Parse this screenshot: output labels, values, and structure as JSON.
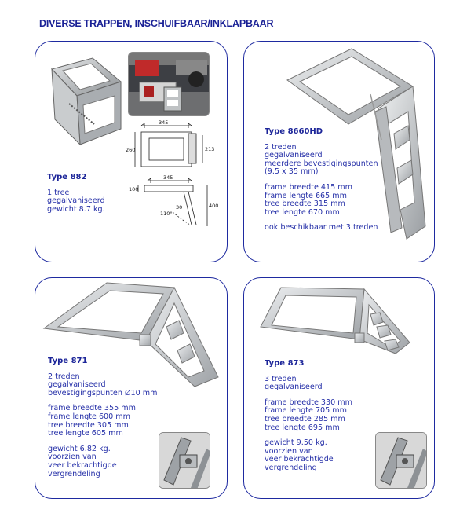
{
  "page_title": "DIVERSE TRAPPEN, INSCHUIFBAAR/INKLAPBAAR",
  "products": {
    "p882": {
      "title": "Type 882",
      "lines": [
        "1 tree",
        "gegalvaniseerd",
        "gewicht 8.7 kg."
      ],
      "drawing": {
        "top_width": "345",
        "height_left": "260",
        "height_right": "213",
        "side_width": "345",
        "side_height_left": "100",
        "side_height_right": "400",
        "dim_30": "30",
        "angle": "110°"
      }
    },
    "p8660": {
      "title": "Type 8660HD",
      "desc": [
        "2 treden",
        "gegalvaniseerd",
        "meerdere bevestigingspunten",
        "(9.5 x 35 mm)"
      ],
      "specs": [
        "frame breedte 415 mm",
        "frame lengte 665 mm",
        "tree breedte 315 mm",
        "tree lengte 670 mm"
      ],
      "note": "ook beschikbaar met 3 treden"
    },
    "p871": {
      "title": "Type 871",
      "desc": [
        "2 treden",
        "gegalvaniseerd",
        "bevestigingspunten Ø10 mm"
      ],
      "specs": [
        "frame breedte 355 mm",
        "frame lengte 600 mm",
        "tree breedte 305 mm",
        "tree lengte 605 mm"
      ],
      "extra": [
        "gewicht 6.82 kg.",
        "voorzien van",
        "veer bekrachtigde",
        "vergrendeling"
      ]
    },
    "p873": {
      "title": "Type 873",
      "desc": [
        "3 treden",
        "gegalvaniseerd"
      ],
      "specs": [
        "frame breedte 330 mm",
        "frame lengte 705 mm",
        "tree breedte 285 mm",
        "tree lengte 695 mm"
      ],
      "extra": [
        "gewicht 9.50 kg.",
        "voorzien van",
        "veer bekrachtigde",
        "vergrendeling"
      ]
    }
  }
}
